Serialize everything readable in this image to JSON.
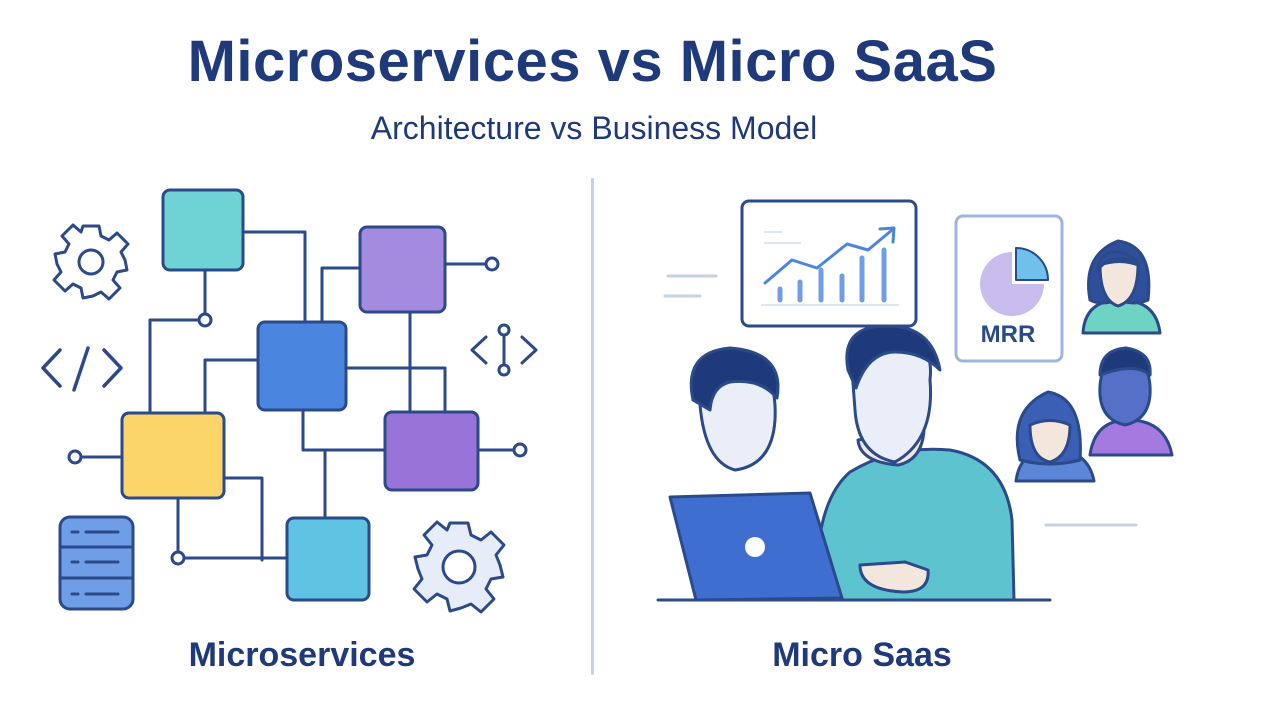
{
  "header": {
    "title": "Microservices vs Micro SaaS",
    "subtitle": "Architecture vs Business Model"
  },
  "left_panel": {
    "label": "Microservices",
    "icons": [
      "gear-icon",
      "code-icon",
      "git-branch-icon",
      "server-icon",
      "gear-icon"
    ]
  },
  "right_panel": {
    "label": "Micro Saas",
    "chart_card_icon": "trend-chart-icon",
    "pie_card_label": "MRR"
  },
  "colors": {
    "navy": "#1f3a7a",
    "outline": "#2b4a8a",
    "teal": "#6fd3d6",
    "purple": "#a48be0",
    "blue": "#4a86e0",
    "yellow": "#fbd46a",
    "violet": "#9a73d8",
    "sky": "#5fc3e4",
    "laptop": "#3e6fd0",
    "shirt": "#5cc3cf"
  }
}
